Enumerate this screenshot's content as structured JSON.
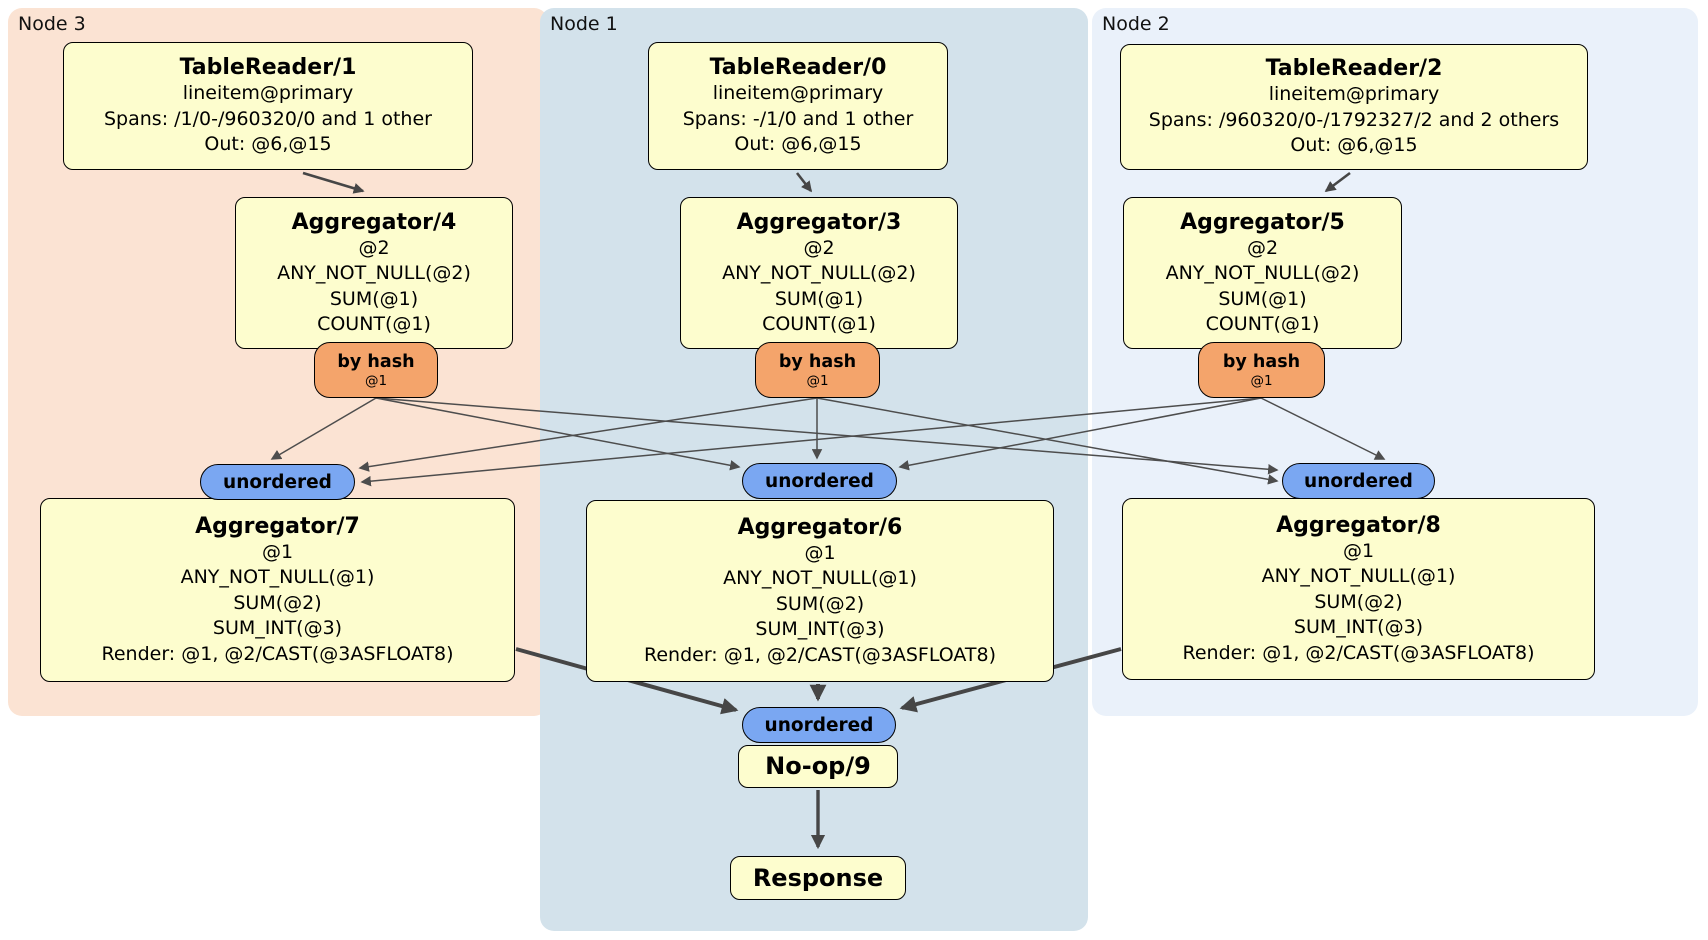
{
  "palette": {
    "panel_node3_bg": "#fbe3d3",
    "panel_node1_bg": "#d3e2eb",
    "panel_node2_bg": "#eaf1fa",
    "processor_bg": "#fdfdce",
    "router_bg": "#f4a46b",
    "stream_bg": "#7aa7f2",
    "edge_color": "#464646"
  },
  "panels": {
    "node3": {
      "label": "Node 3"
    },
    "node1": {
      "label": "Node 1"
    },
    "node2": {
      "label": "Node 2"
    }
  },
  "processors": {
    "tr1": {
      "title": "TableReader/1",
      "lines": [
        "lineitem@primary",
        "Spans: /1/0-/960320/0 and 1 other",
        "Out: @6,@15"
      ]
    },
    "tr0": {
      "title": "TableReader/0",
      "lines": [
        "lineitem@primary",
        "Spans: -/1/0 and 1 other",
        "Out: @6,@15"
      ]
    },
    "tr2": {
      "title": "TableReader/2",
      "lines": [
        "lineitem@primary",
        "Spans: /960320/0-/1792327/2 and 2 others",
        "Out: @6,@15"
      ]
    },
    "agg4": {
      "title": "Aggregator/4",
      "lines": [
        "@2",
        "ANY_NOT_NULL(@2)",
        "SUM(@1)",
        "COUNT(@1)"
      ]
    },
    "agg3": {
      "title": "Aggregator/3",
      "lines": [
        "@2",
        "ANY_NOT_NULL(@2)",
        "SUM(@1)",
        "COUNT(@1)"
      ]
    },
    "agg5": {
      "title": "Aggregator/5",
      "lines": [
        "@2",
        "ANY_NOT_NULL(@2)",
        "SUM(@1)",
        "COUNT(@1)"
      ]
    },
    "agg7": {
      "title": "Aggregator/7",
      "lines": [
        "@1",
        "ANY_NOT_NULL(@1)",
        "SUM(@2)",
        "SUM_INT(@3)",
        "Render: @1, @2/CAST(@3ASFLOAT8)"
      ]
    },
    "agg6": {
      "title": "Aggregator/6",
      "lines": [
        "@1",
        "ANY_NOT_NULL(@1)",
        "SUM(@2)",
        "SUM_INT(@3)",
        "Render: @1, @2/CAST(@3ASFLOAT8)"
      ]
    },
    "agg8": {
      "title": "Aggregator/8",
      "lines": [
        "@1",
        "ANY_NOT_NULL(@1)",
        "SUM(@2)",
        "SUM_INT(@3)",
        "Render: @1, @2/CAST(@3ASFLOAT8)"
      ]
    },
    "noop": {
      "title": "No-op/9"
    },
    "response": {
      "title": "Response"
    }
  },
  "routers": {
    "r4": {
      "label": "by hash",
      "detail": "@1"
    },
    "r3": {
      "label": "by hash",
      "detail": "@1"
    },
    "r5": {
      "label": "by hash",
      "detail": "@1"
    }
  },
  "streams": {
    "u7": {
      "label": "unordered"
    },
    "u6": {
      "label": "unordered"
    },
    "u8": {
      "label": "unordered"
    },
    "ufinal": {
      "label": "unordered"
    }
  }
}
